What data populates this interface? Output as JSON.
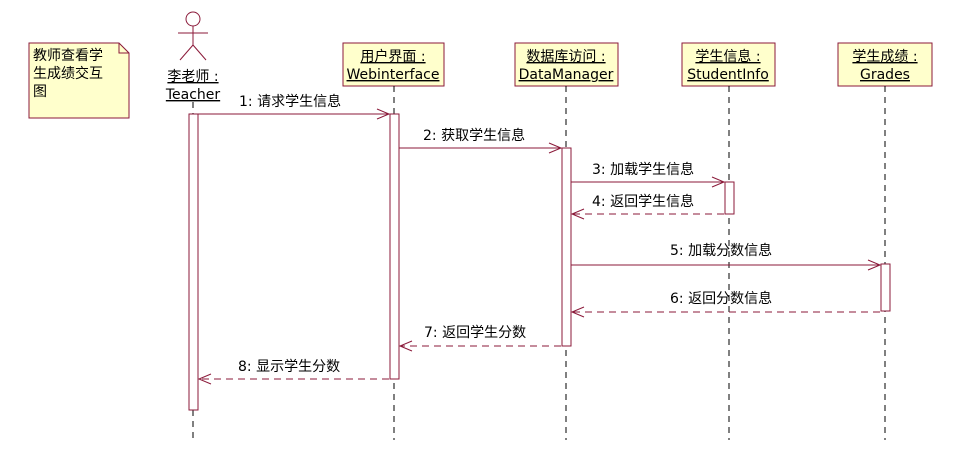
{
  "note": {
    "lines": [
      "教师查看学",
      "生成绩交互",
      "图"
    ]
  },
  "actor": {
    "name_line1": "李老师 :",
    "name_line2": "Teacher"
  },
  "objects": [
    {
      "line1": "用户界面 :",
      "line2": "Webinterface"
    },
    {
      "line1": "数据库访问 :",
      "line2": "DataManager"
    },
    {
      "line1": "学生信息 :",
      "line2": "StudentInfo"
    },
    {
      "line1": "学生成绩 :",
      "line2": "Grades"
    }
  ],
  "messages": [
    {
      "label": "1: 请求学生信息",
      "kind": "call"
    },
    {
      "label": "2: 获取学生信息",
      "kind": "call"
    },
    {
      "label": "3: 加载学生信息",
      "kind": "call"
    },
    {
      "label": "4: 返回学生信息",
      "kind": "return"
    },
    {
      "label": "5: 加载分数信息",
      "kind": "call"
    },
    {
      "label": "6: 返回分数信息",
      "kind": "return"
    },
    {
      "label": "7: 返回学生分数",
      "kind": "return"
    },
    {
      "label": "8: 显示学生分数",
      "kind": "return"
    }
  ],
  "colors": {
    "object_fill": "#ffffcc",
    "object_border": "#8b1a3a",
    "message_line": "#8b1a3a",
    "lifeline": "#000000"
  }
}
